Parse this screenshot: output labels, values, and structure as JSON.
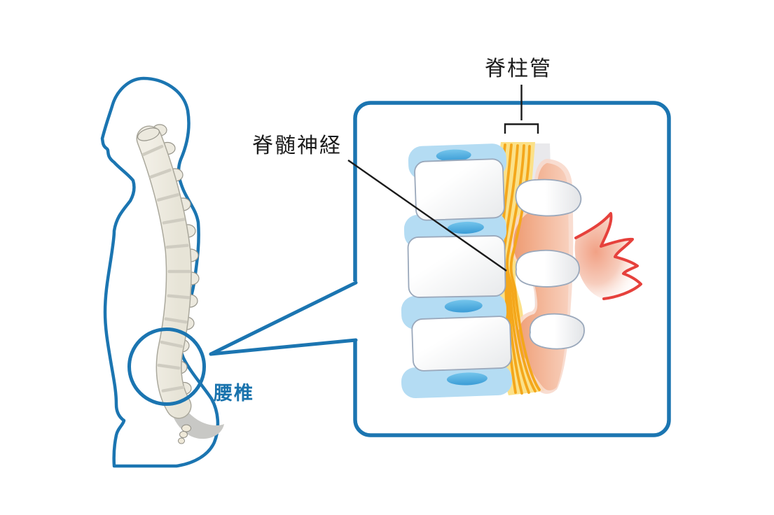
{
  "figure": {
    "title_hint": "lumbar spinal stenosis illustration",
    "labels": {
      "spinal_canal": "脊柱管",
      "spinal_nerve": "脊髄神経",
      "lumbar": "腰椎"
    },
    "colors": {
      "outline_blue": "#1b75b1",
      "label_blue": "#1973ad",
      "text_black": "#1b1b1b",
      "disc_blue": "#b4dcf3",
      "nucleus_blue": "#4aa9df",
      "canal_yellow": "#fbe189",
      "nerve_orange": "#f4a71b",
      "ligament_salmon": "#ef9e76",
      "pain_red": "#e6413c",
      "bone_beige": "#ece9de",
      "sacrum_gray": "#c8c8c5"
    },
    "elements": [
      "body-silhouette",
      "spine-illustration",
      "lumbar-circle",
      "callout-lines",
      "inset-box",
      "vertebral-bodies",
      "intervertebral-discs",
      "nerve-bundle",
      "ligament-bulge",
      "spinous-processes",
      "pain-starburst",
      "canal-bracket",
      "nerve-pointer-line"
    ]
  }
}
